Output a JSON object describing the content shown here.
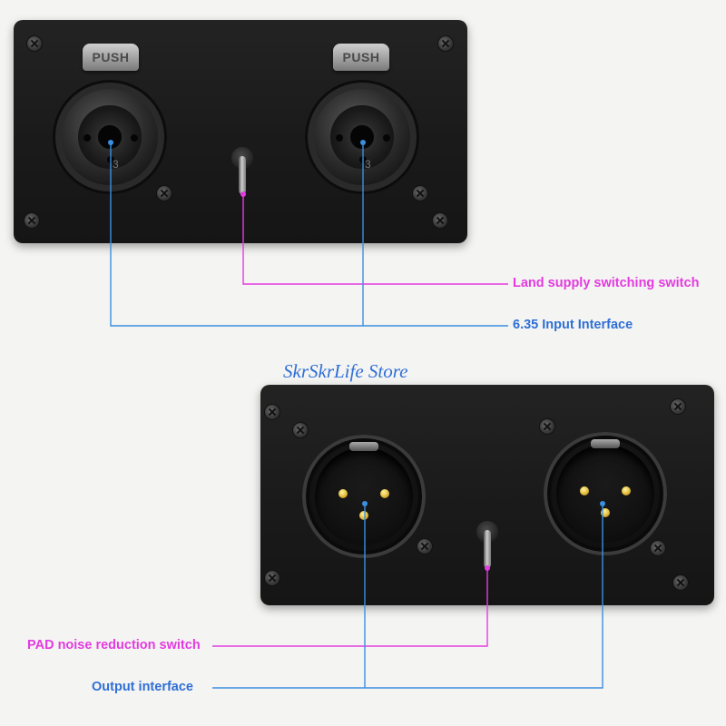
{
  "brand": "SkrSkrLife Store",
  "top_panel": {
    "push_left": "PUSH",
    "push_right": "PUSH",
    "pin_number": "3"
  },
  "labels": {
    "land_supply": "Land supply switching switch",
    "input_interface": "6.35 Input Interface",
    "pad_switch": "PAD noise reduction switch",
    "output_interface": "Output interface"
  },
  "colors": {
    "magenta": "#e33be0",
    "blue": "#2f6fd6",
    "panel": "#1e1e1e"
  }
}
